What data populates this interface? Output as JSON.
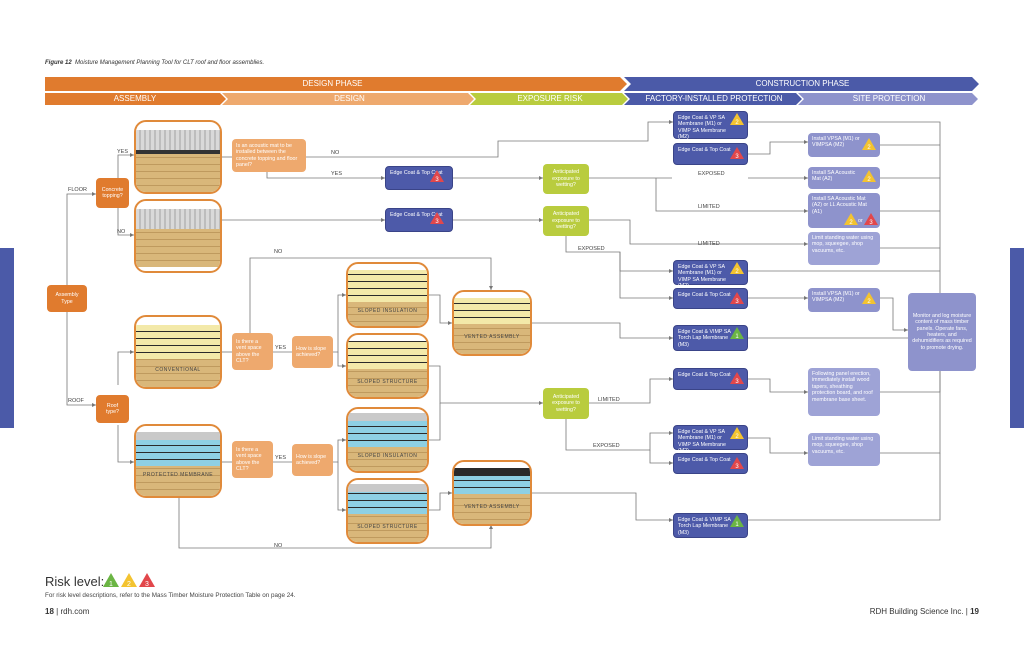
{
  "caption": {
    "fig": "Figure 12",
    "text": "Moisture Management Planning Tool for CLT roof and floor assemblies."
  },
  "phases": {
    "design": "DESIGN PHASE",
    "construction": "CONSTRUCTION PHASE"
  },
  "stages": [
    "ASSEMBLY",
    "DESIGN",
    "EXPOSURE RISK",
    "FACTORY-INSTALLED PROTECTION",
    "SITE PROTECTION"
  ],
  "colors": {
    "orange": "#e07b2e",
    "light_orange": "#eea96e",
    "green": "#b9cc3e",
    "blue": "#4d5aa9",
    "lavender": "#8e93cc",
    "risk_1": "#6bb544",
    "risk_2": "#f3c330",
    "risk_3": "#e2474b"
  },
  "assembly": {
    "type": "Assembly Type",
    "floor": "FLOOR",
    "roof": "ROOF",
    "concrete": "Concrete topping?",
    "roof_type": "Roof type?"
  },
  "labels": {
    "yes": "YES",
    "no": "NO",
    "limited": "LIMITED",
    "exposed": "EXPOSED"
  },
  "questions": {
    "acoustic": "Is an acoustic mat to be installed between the concrete topping and floor panel?",
    "vent1": "Is there a vent space above the CLT?",
    "vent2": "Is there a vent space above the CLT?",
    "slope1": "How is slope achieved?",
    "slope2": "How is slope achieved?",
    "exposure": "Anticipated exposure to wetting?"
  },
  "photos": {
    "p1": "",
    "p2": "",
    "conventional": "CONVENTIONAL",
    "protected": "PROTECTED MEMBRANE",
    "s1": "SLOPED INSULATION",
    "s2": "SLOPED STRUCTURE",
    "s3": "SLOPED INSULATION",
    "s4": "SLOPED STRUCTURE",
    "v1": "VENTED ASSEMBLY",
    "v2": "VENTED ASSEMBLY"
  },
  "factory": {
    "f1": "Edge Coat & VP SA Membrane (M1) or VIMP SA Membrane (M2)",
    "f2": "Edge Coat & Top Coat",
    "f3": "Edge Coat & Top Coat",
    "f4": "Edge Coat & Top Coat",
    "f5": "Edge Coat & VP SA Membrane (M1) or VIMP SA Membrane (M2)",
    "f6": "Edge Coat & Top Coat",
    "f7": "Edge Coat & VIMP SA Torch Lap Membrane (M3)",
    "f8": "Edge Coat & Top Coat",
    "f9": "Edge Coat & VP SA Membrane (M1) or VIMP SA Membrane (M2)",
    "f10": "Edge Coat & Top Coat",
    "f11": "Edge Coat & VIMP SA Torch Lap Membrane (M3)"
  },
  "site": {
    "s1": "Install VPSA (M1) or VIMPSA (M2)",
    "s2": "Install SA Acoustic Mat (A2)",
    "s3": "Install SA Acoustic Mat (A2) or LL Acoustic Mat (A1)",
    "s3_or": "or",
    "s4": "Limit standing water using mop, squeegee, shop vacuums, etc.",
    "s5": "Install VPSA (M1) or VIMPSA (M2)",
    "s6": "Following panel erection, immediately install wood tapers, sheathing protection board, and roof membrane base sheet.",
    "s7": "Limit standing water using mop, squeegee, shop vacuums, etc.",
    "monitor": "Monitor and log moisture content of mass timber panels. Operate fans, heaters, and dehumidifiers as required to promote drying."
  },
  "risk": {
    "label": "Risk level:",
    "levels": [
      "1",
      "2",
      "3"
    ],
    "note": "For risk level descriptions, refer to the Mass Timber Moisture Protection Table on page 24."
  },
  "footer": {
    "left_page": "18",
    "left_site": "rdh.com",
    "sep": "|",
    "right_company": "RDH Building Science Inc.",
    "right_page": "19"
  }
}
